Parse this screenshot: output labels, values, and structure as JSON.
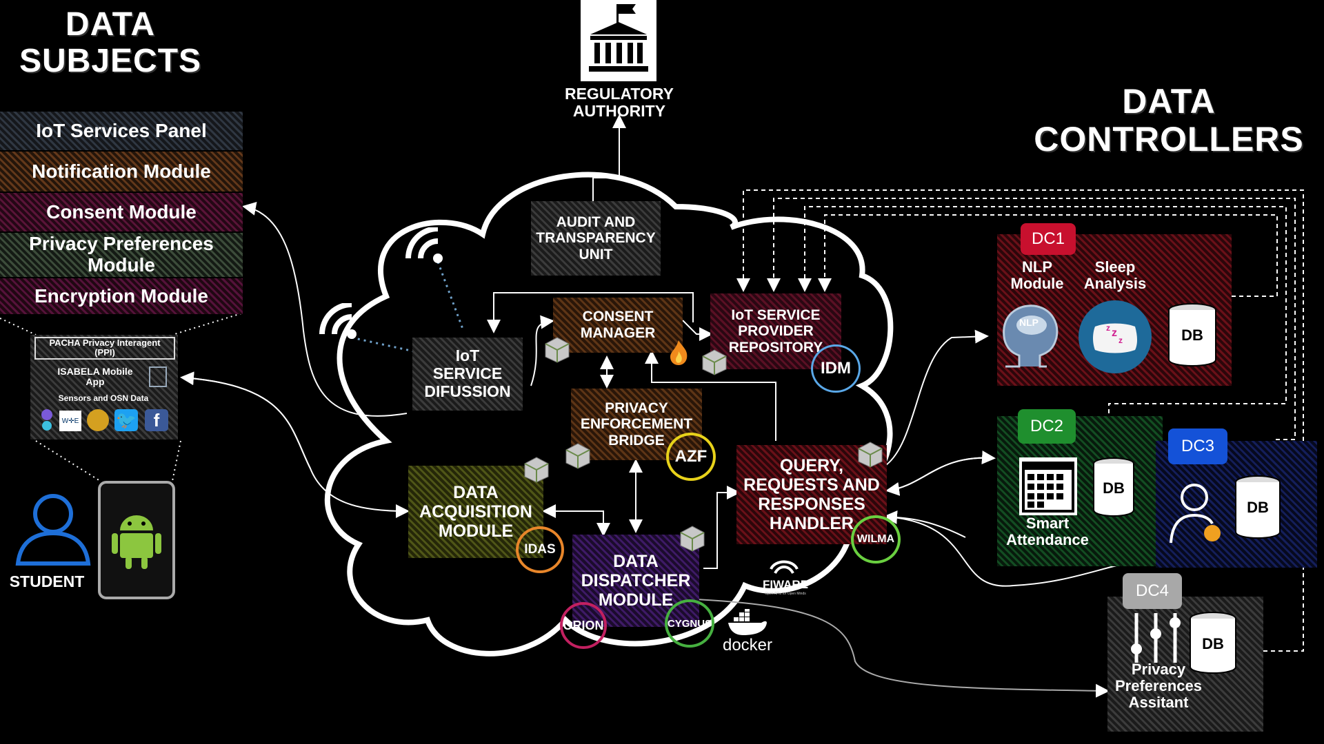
{
  "headings": {
    "data_subjects": "DATA\nSUBJECTS",
    "data_controllers": "DATA\nCONTROLLERS",
    "regulatory_authority": "REGULATORY\nAUTHORITY"
  },
  "subject_panel": [
    "IoT Services Panel",
    "Notification Module",
    "Consent Module",
    "Privacy Preferences\nModule",
    "Encryption Module"
  ],
  "device_box": {
    "ppi": "PACHA Privacy Interagent\n(PPI)",
    "isabela": "ISABELA Mobile\nApp",
    "sensors": "Sensors and OSN Data"
  },
  "student_label": "STUDENT",
  "modules": {
    "audit": "AUDIT AND\nTRANSPARENCY\nUNIT",
    "consent_manager": "CONSENT\nMANAGER",
    "iot_repo": "IoT SERVICE\nPROVIDER\nREPOSITORY",
    "iot_diffusion": "IoT\nSERVICE\nDIFUSSION",
    "privacy_bridge": "PRIVACY\nENFORCEMENT\nBRIDGE",
    "query_handler": "QUERY,\nREQUESTS AND\nRESPONSES\nHANDLER",
    "acquisition": "DATA\nACQUISITION\nMODULE",
    "dispatcher": "DATA\nDISPATCHER\nMODULE"
  },
  "badges": {
    "idm": "IDM",
    "azf": "AZF",
    "idas": "IDAS",
    "wilma": "WILMA",
    "orion": "ORION",
    "cygnus": "CYGNUS"
  },
  "logos": {
    "fiware": "FIWARE",
    "fiware_tagline": "Open APIs for Open Minds",
    "docker": "docker"
  },
  "controllers": {
    "dc1": {
      "label": "DC1",
      "nlp": "NLP\nModule",
      "sleep": "Sleep\nAnalysis",
      "db": "DB",
      "nlp_icon_text": "NLP"
    },
    "dc2": {
      "label": "DC2",
      "app": "Smart\nAttendance",
      "db": "DB"
    },
    "dc3": {
      "label": "DC3",
      "db": "DB"
    },
    "dc4": {
      "label": "DC4",
      "app": "Privacy\nPreferences\nAssitant",
      "db": "DB"
    }
  },
  "colors": {
    "dc1": "#c8102e",
    "dc2": "#1f8f2e",
    "dc3": "#1452d8",
    "dc4": "#a8a8a8",
    "azf_ring": "#e8d21a",
    "idas_ring": "#e8862a",
    "wilma_ring": "#6ad040",
    "orion_ring": "#c22060",
    "cygnus_ring": "#46b040",
    "idm_ring": "#5aa8e8",
    "student_blue": "#1e6fd8",
    "android_green": "#8cc63f"
  },
  "icons": [
    "government-building-icon",
    "wifi-icon",
    "cube-icon",
    "flame-icon",
    "brain-icon",
    "pillow-icon",
    "calendar-grid-icon",
    "person-icon",
    "slider-icon",
    "android-icon",
    "twitter-icon",
    "facebook-icon",
    "docker-whale-icon"
  ]
}
